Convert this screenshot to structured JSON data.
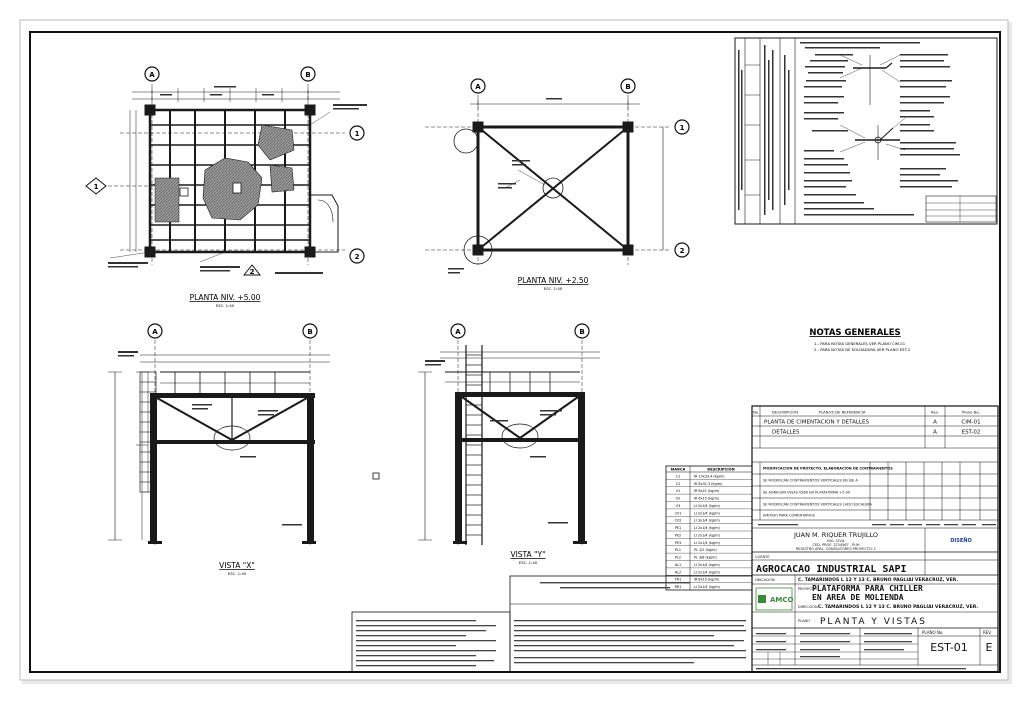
{
  "views": {
    "plan_5": {
      "title": "PLANTA NIV. +5.00",
      "scale": "ESC. 1:40"
    },
    "plan_250": {
      "title": "PLANTA NIV. +2.50",
      "scale": "ESC. 1:40"
    },
    "vista_x": {
      "title": "VISTA \"X\"",
      "scale": "ESC. 1:40"
    },
    "vista_y": {
      "title": "VISTA \"Y\"",
      "scale": "ESC. 1:40"
    }
  },
  "grid_bubbles": [
    "A",
    "B",
    "1",
    "2"
  ],
  "notes": {
    "title": "NOTAS GENERALES",
    "lines": [
      "1.- PARA NOTAS GENERALES VER PLANO CIM-01",
      "2.- PARA NOTAS DE SOLDADURA VER PLANO EST-2"
    ]
  },
  "reference_table": {
    "headers": [
      "No.",
      "DESCRIPCION",
      "PLANOS DE REFERENCIA",
      "Rev.",
      "Plano No."
    ],
    "rows": [
      {
        "desc": "PLANTA DE CIMENTACION Y DETALLES",
        "rev": "A",
        "plano": "CIM-01"
      },
      {
        "desc": "DETALLES",
        "rev": "A",
        "plano": "EST-02"
      }
    ]
  },
  "revisions": [
    "MODIFICACION DE PROYECTO, ELABORACION DE CONTRAVIENTOS",
    "SE MODIFICAN CONTRAVIENTOS VERTICALES EN EJE A",
    "SE AGREGAN VIGAS VS60 EN PLATAFORMA +5.00",
    "SE MODIFICAN CONTRAVIENTOS VERTICALES LADO ESCALERA",
    "EMITIDO PARA COMENTARIOS"
  ],
  "designer": {
    "name": "JUAN M. RIQUER TRUJILLO",
    "title": "ING. CIVIL",
    "line1": "CED. PROF. 1234567 - PUH",
    "line2": "REGISTRO APAL. CONSULTORES PROYECTO: 1"
  },
  "client_label": "CLIENTE",
  "client": "AGROCACAO INDUSTRIAL SAPI",
  "ubicacion_label": "UBICACION",
  "ubicacion": "C. TAMARINDOS L 12 Y 13 C. BRUNO PAGLIAI VERACRUZ, VER.",
  "proyecto_label": "PROYECTO",
  "proyecto": "PLATAFORMA PARA CHILLER EN AREA DE MOLIENDA",
  "direccion_label": "DIRECCION",
  "direccion": "C. TAMARINDOS L 12 Y 13 C. BRUNO PAGLIAI VERACRUZ, VER.",
  "plano_label": "PLANO",
  "plano_title": "PLANTA Y VISTAS",
  "plano_no_label": "PLANO No.",
  "plano_no": "EST-01",
  "rev_label": "REV.",
  "rev": "E",
  "logo_amco": "AMCO",
  "logo_right": "DISEÑO",
  "materials_header": [
    "MARCA",
    "DESCRIPCION"
  ],
  "materials": [
    [
      "C1",
      "IR 10x33.4 (kg/m)"
    ],
    [
      "C2",
      "IR 8x31.3 (kg/m)"
    ],
    [
      "V1",
      "IR 8x21 (kg/m)"
    ],
    [
      "V2",
      "IR 6x15 (kg/m)"
    ],
    [
      "V3",
      "LI 2x1/4 (kg/m)"
    ],
    [
      "CV1",
      "LI 2x1/4 (kg/m)"
    ],
    [
      "CV2",
      "LI 3x1/4 (kg/m)"
    ],
    [
      "PE1",
      "LI 2x1/4 (kg/m)"
    ],
    [
      "PE2",
      "LI 2x1/4 (kg/m)"
    ],
    [
      "PE3",
      "LI 2x1/4 (kg/m)"
    ],
    [
      "PL1",
      "PL 1/2 (kg/m)"
    ],
    [
      "PL2",
      "PL 3/8 (kg/m)"
    ],
    [
      "AL1",
      "LI 2x1/4 (kg/m)"
    ],
    [
      "AL2",
      "LI 2x1/4 (kg/m)"
    ],
    [
      "TR1",
      "IR 6x15 (kg/m)"
    ],
    [
      "RR1",
      "LI 2x1/4 (kg/m)"
    ]
  ],
  "colors": {
    "line": "#1a1a1a",
    "hatch": "#777777",
    "amco": "#3a8a3a",
    "accent": "#1b3f8f"
  }
}
